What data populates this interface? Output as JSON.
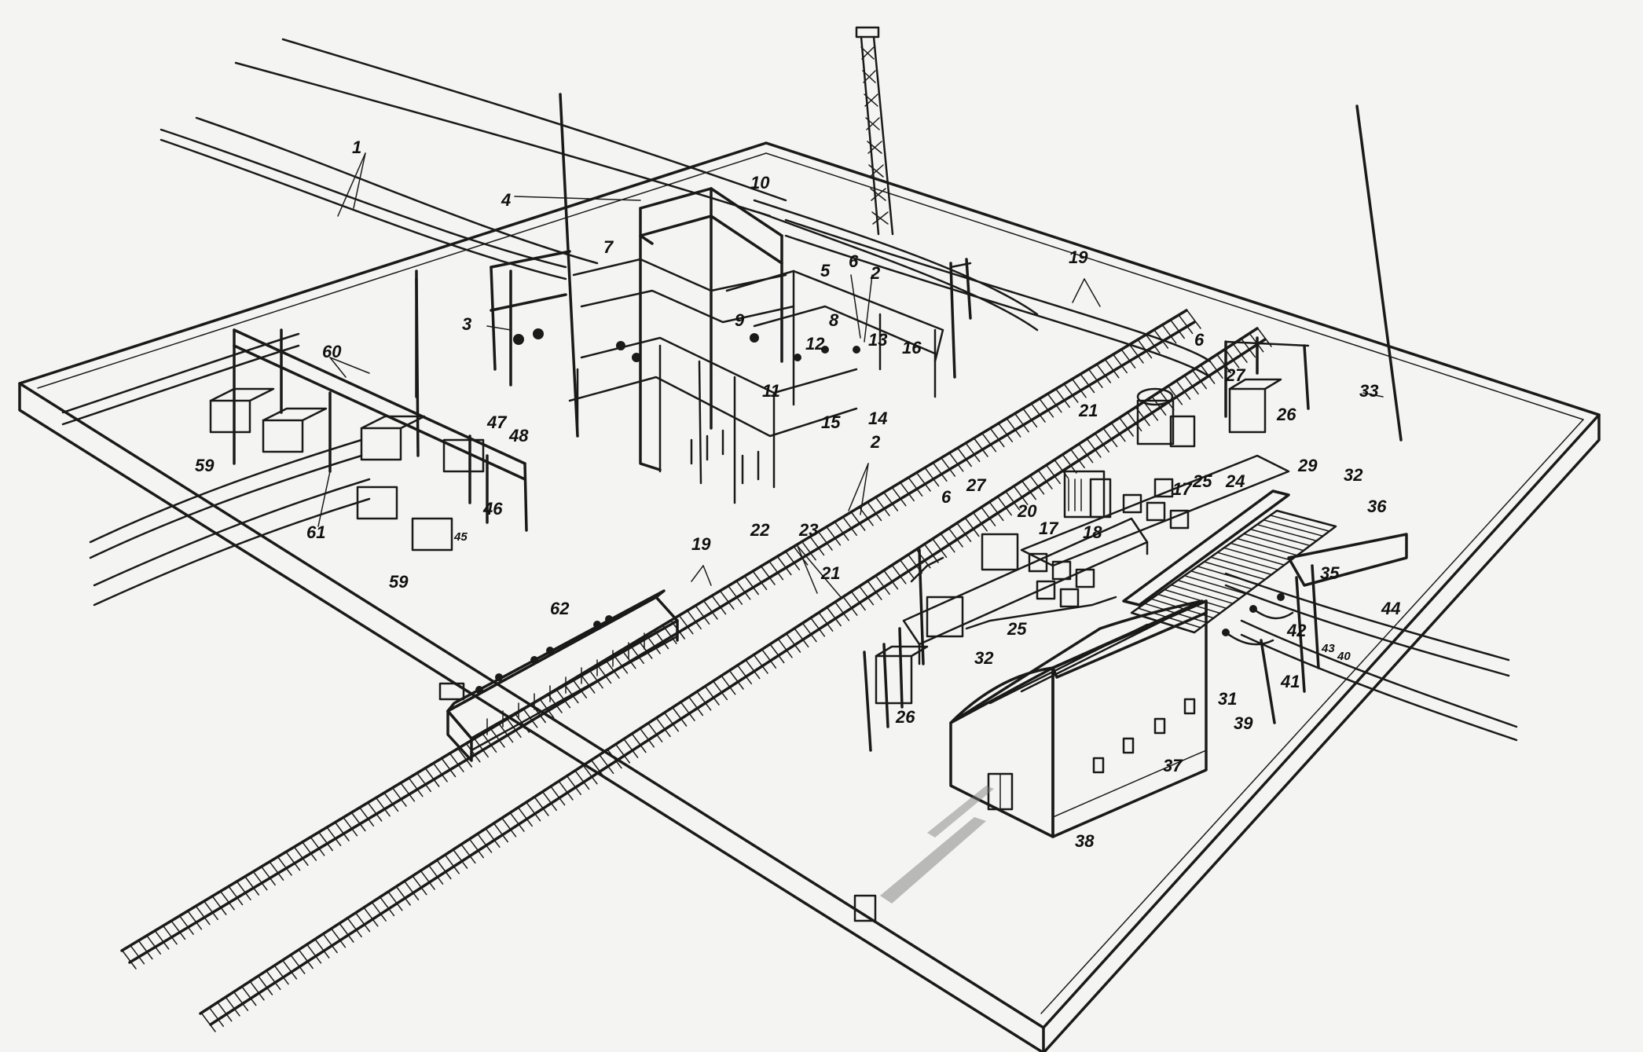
{
  "diagram": {
    "callouts": [
      {
        "id": "c1",
        "text": "1"
      },
      {
        "id": "c2a",
        "text": "2"
      },
      {
        "id": "c2b",
        "text": "2"
      },
      {
        "id": "c3",
        "text": "3"
      },
      {
        "id": "c4",
        "text": "4"
      },
      {
        "id": "c5",
        "text": "5"
      },
      {
        "id": "c6a",
        "text": "6"
      },
      {
        "id": "c6b",
        "text": "6"
      },
      {
        "id": "c6c",
        "text": "6"
      },
      {
        "id": "c7",
        "text": "7"
      },
      {
        "id": "c8",
        "text": "8"
      },
      {
        "id": "c9",
        "text": "9"
      },
      {
        "id": "c10",
        "text": "10"
      },
      {
        "id": "c11",
        "text": "11"
      },
      {
        "id": "c12",
        "text": "12"
      },
      {
        "id": "c13",
        "text": "13"
      },
      {
        "id": "c14",
        "text": "14"
      },
      {
        "id": "c15",
        "text": "15"
      },
      {
        "id": "c16",
        "text": "16"
      },
      {
        "id": "c17a",
        "text": "17"
      },
      {
        "id": "c17b",
        "text": "17"
      },
      {
        "id": "c18",
        "text": "18"
      },
      {
        "id": "c19a",
        "text": "19"
      },
      {
        "id": "c19b",
        "text": "19"
      },
      {
        "id": "c20",
        "text": "20"
      },
      {
        "id": "c21a",
        "text": "21"
      },
      {
        "id": "c21b",
        "text": "21"
      },
      {
        "id": "c22",
        "text": "22"
      },
      {
        "id": "c23",
        "text": "23"
      },
      {
        "id": "c24",
        "text": "24"
      },
      {
        "id": "c25a",
        "text": "25"
      },
      {
        "id": "c25b",
        "text": "25"
      },
      {
        "id": "c26a",
        "text": "26"
      },
      {
        "id": "c26b",
        "text": "26"
      },
      {
        "id": "c27a",
        "text": "27"
      },
      {
        "id": "c27b",
        "text": "27"
      },
      {
        "id": "c29",
        "text": "29"
      },
      {
        "id": "c31",
        "text": "31"
      },
      {
        "id": "c32a",
        "text": "32"
      },
      {
        "id": "c32b",
        "text": "32"
      },
      {
        "id": "c33",
        "text": "33"
      },
      {
        "id": "c35",
        "text": "35"
      },
      {
        "id": "c36",
        "text": "36"
      },
      {
        "id": "c37",
        "text": "37"
      },
      {
        "id": "c38",
        "text": "38"
      },
      {
        "id": "c39",
        "text": "39"
      },
      {
        "id": "c40",
        "text": "40"
      },
      {
        "id": "c41",
        "text": "41"
      },
      {
        "id": "c42",
        "text": "42"
      },
      {
        "id": "c43",
        "text": "43"
      },
      {
        "id": "c44",
        "text": "44"
      },
      {
        "id": "c45",
        "text": "45"
      },
      {
        "id": "c46",
        "text": "46"
      },
      {
        "id": "c47",
        "text": "47"
      },
      {
        "id": "c48",
        "text": "48"
      },
      {
        "id": "c59a",
        "text": "59"
      },
      {
        "id": "c59b",
        "text": "59"
      },
      {
        "id": "c60",
        "text": "60"
      },
      {
        "id": "c61",
        "text": "61"
      },
      {
        "id": "c62",
        "text": "62"
      }
    ]
  }
}
